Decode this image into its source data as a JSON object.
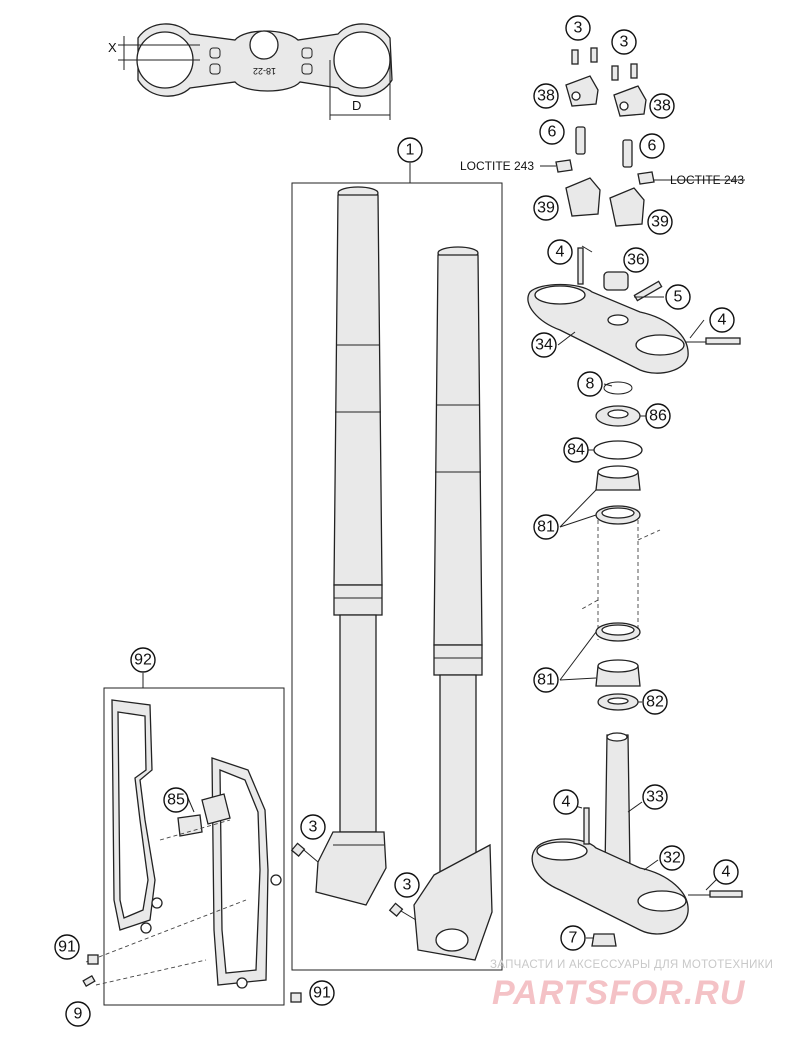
{
  "callouts": {
    "c1": "1",
    "c3a": "3",
    "c3b": "3",
    "c38a": "38",
    "c38b": "38",
    "c6a": "6",
    "c6b": "6",
    "c39a": "39",
    "c39b": "39",
    "c4a": "4",
    "c36": "36",
    "c5": "5",
    "c4b": "4",
    "c34": "34",
    "c8": "8",
    "c86": "86",
    "c84": "84",
    "c81a": "81",
    "c81b": "81",
    "c82": "82",
    "c4c": "4",
    "c33": "33",
    "c32": "32",
    "c4d": "4",
    "c7": "7",
    "c92": "92",
    "c85": "85",
    "c3c": "3",
    "c3d": "3",
    "c91a": "91",
    "c9": "9",
    "c91b": "91"
  },
  "labels": {
    "loctite_left": "LOCTITE 243",
    "loctite_right": "LOCTITE 243",
    "dim_x": "X",
    "dim_d": "D",
    "clamp_stamp": "18-22"
  },
  "watermark": {
    "subtitle": "ЗАПЧАСТИ И АКСЕССУАРЫ ДЛЯ МОТОТЕХНИКИ",
    "brand": "PARTSFOR.RU"
  }
}
